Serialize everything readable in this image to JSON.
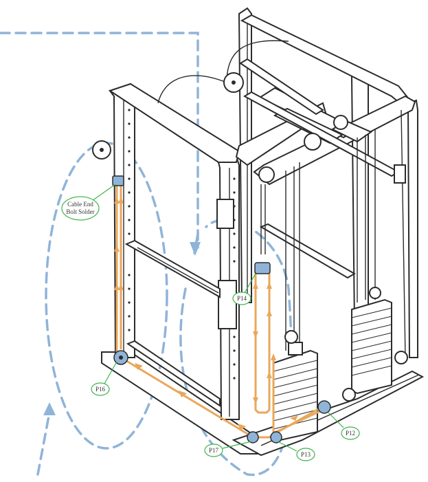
{
  "callouts": {
    "cable_end": {
      "line1": "Cable End",
      "line2": "Bolt Solder"
    },
    "p14": "P14",
    "p16": "P16",
    "p17": "P17",
    "p13": "P13",
    "p12": "P12"
  },
  "colors": {
    "frame": "#2b2b2b",
    "cable_path": "#e9a75b",
    "dashed_guide": "#8fb4d8",
    "callout_outline": "#3cb44b"
  }
}
